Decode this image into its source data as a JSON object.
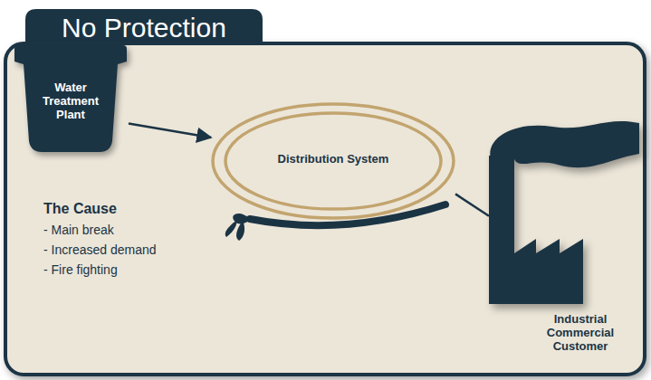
{
  "diagram": {
    "title": "No Protection",
    "nodes": [
      {
        "text": [
          "Water Treatment Plant"
        ]
      },
      {
        "text": [
          "Distribution System"
        ]
      },
      {
        "text": [
          "Industrial Commercial Customer"
        ]
      }
    ],
    "edges": [
      {
        "from": 0,
        "to": 1,
        "arrow": "to"
      },
      {
        "from": 1,
        "to": 2,
        "arrow": "none"
      }
    ],
    "labels": [
      "The Cause",
      "- Main break",
      "- Increased demand",
      "- Fire fighting"
    ]
  }
}
